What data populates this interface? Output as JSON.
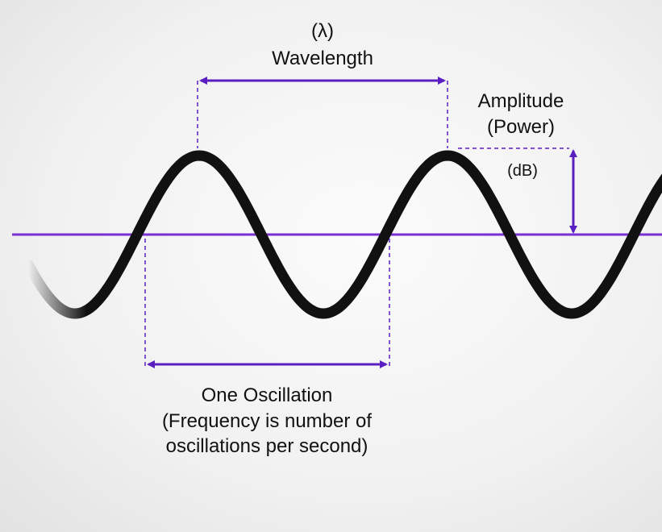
{
  "labels": {
    "lambda": "(λ)",
    "wavelength": "Wavelength",
    "amplitude": "Amplitude",
    "power": "(Power)",
    "db": "(dB)",
    "oscillation_line1": "One Oscillation",
    "oscillation_line2": "(Frequency is number of",
    "oscillation_line3": "oscillations per second)"
  },
  "colors": {
    "wave": "#111111",
    "axis": "#7a2ed4",
    "annotation": "#5a1fc0"
  }
}
